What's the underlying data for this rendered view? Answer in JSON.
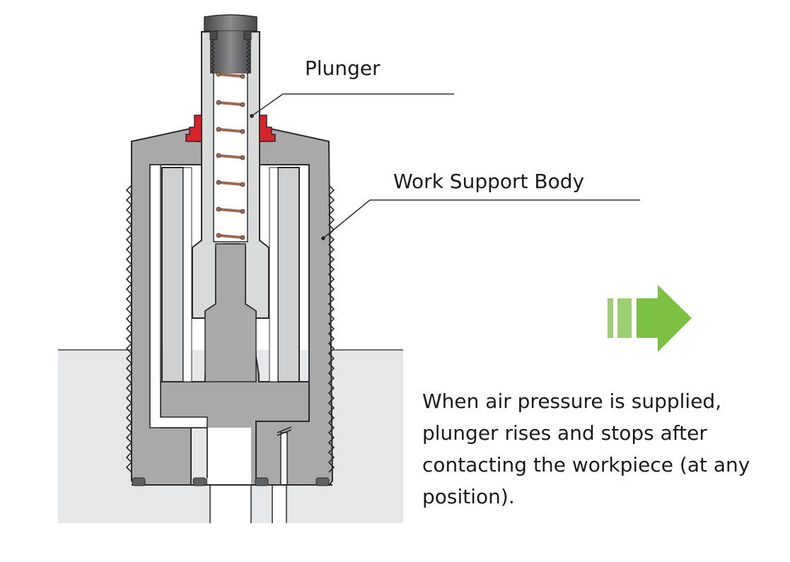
{
  "diagram": {
    "title": "Work support cross-section (air supplied)",
    "labels": {
      "plunger": "Plunger",
      "work_support_body": "Work Support Body"
    },
    "caption": {
      "lines": [
        "When air pressure is supplied,",
        "plunger rises and stops after",
        "contacting the workpiece (at any",
        "position)."
      ]
    },
    "arrow": {
      "icon": "right-arrow-icon",
      "direction": "right"
    },
    "colors": {
      "body": "#a9a9a9",
      "plunger": "#d9dada",
      "seal": "#d8232a",
      "spring": "#9b6a55",
      "cap": "#5a5b5d",
      "oring": "#5e6062",
      "workpiece_block": "#e6e7e8",
      "arrow": "#7dc142",
      "arrow_light": "#9bd070",
      "outline": "#2b2b2b"
    }
  }
}
